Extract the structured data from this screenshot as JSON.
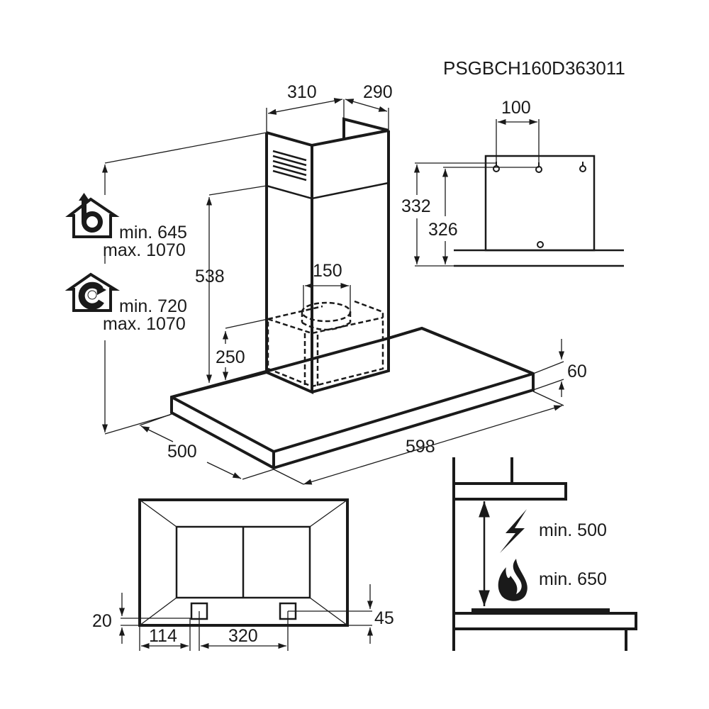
{
  "model_code": "PSGBCH160D363011",
  "hood": {
    "chimney_width": "310",
    "chimney_depth": "290",
    "chimney_height": "538",
    "box_height": "250",
    "outlet_diameter": "150",
    "canopy_thickness": "60",
    "canopy_width": "598",
    "canopy_depth": "500"
  },
  "installation": {
    "extraction": {
      "min": "min. 645",
      "max": "max. 1070"
    },
    "recirculation": {
      "min": "min. 720",
      "max": "max. 1070"
    }
  },
  "bracket": {
    "hole_spacing": "100",
    "height_outer": "332",
    "height_inner": "326"
  },
  "bottom_view": {
    "offset_20": "20",
    "offset_45": "45",
    "offset_114": "114",
    "spacing_320": "320"
  },
  "clearance": {
    "electric_min": "min. 500",
    "gas_min": "min. 650"
  },
  "icons": [
    "extraction-house-icon",
    "recirculation-house-icon",
    "lightning-icon",
    "flame-icon"
  ]
}
